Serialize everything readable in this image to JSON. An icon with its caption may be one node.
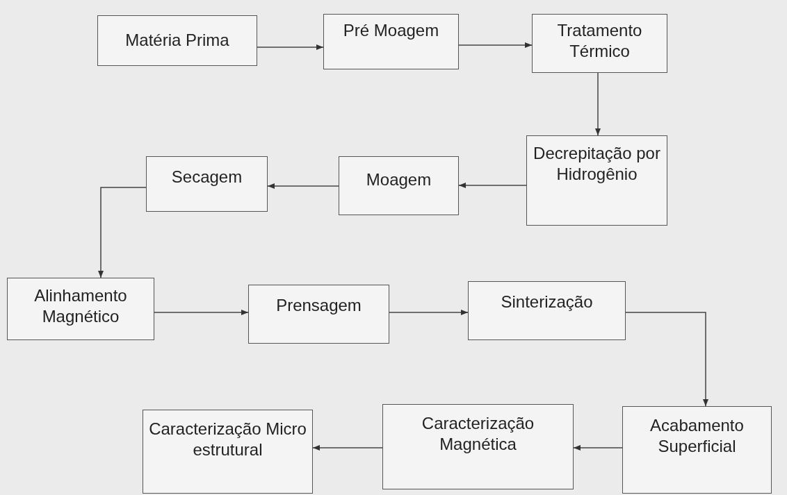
{
  "diagram": {
    "nodes": [
      {
        "text": [
          "Matéria Prima"
        ]
      },
      {
        "text": [
          "Pré Moagem"
        ]
      },
      {
        "text": [
          "Tratamento Térmico"
        ]
      },
      {
        "text": [
          "Decrepitação por Hidrogênio"
        ]
      },
      {
        "text": [
          "Moagem"
        ]
      },
      {
        "text": [
          "Secagem"
        ]
      },
      {
        "text": [
          "Alinhamento Magnético"
        ]
      },
      {
        "text": [
          "Prensagem"
        ]
      },
      {
        "text": [
          "Sinterização"
        ]
      },
      {
        "text": [
          "Acabamento Superficial"
        ]
      },
      {
        "text": [
          "Caracterização Magnética"
        ]
      },
      {
        "text": [
          "Caracterização Micro estrutural"
        ]
      }
    ],
    "edges": [
      {
        "from": 0,
        "to": 1,
        "arrow": "to"
      },
      {
        "from": 1,
        "to": 2,
        "arrow": "to"
      },
      {
        "from": 2,
        "to": 3,
        "arrow": "to"
      },
      {
        "from": 3,
        "to": 4,
        "arrow": "to"
      },
      {
        "from": 4,
        "to": 5,
        "arrow": "to"
      },
      {
        "from": 5,
        "to": 6,
        "arrow": "to"
      },
      {
        "from": 6,
        "to": 7,
        "arrow": "to"
      },
      {
        "from": 7,
        "to": 8,
        "arrow": "to"
      },
      {
        "from": 8,
        "to": 9,
        "arrow": "to"
      },
      {
        "from": 9,
        "to": 10,
        "arrow": "to"
      },
      {
        "from": 10,
        "to": 11,
        "arrow": "to"
      }
    ]
  }
}
